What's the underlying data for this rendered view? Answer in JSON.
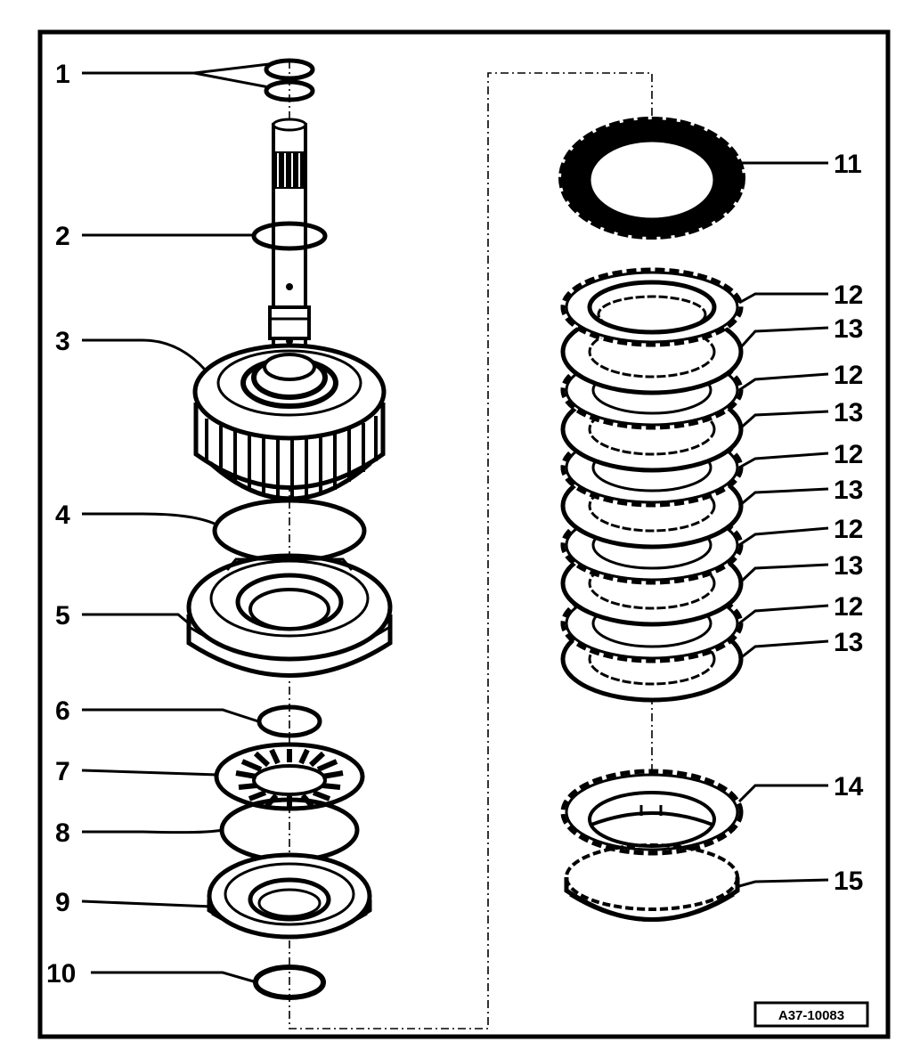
{
  "diagram": {
    "reference_code": "A37-10083",
    "callouts": [
      {
        "id": "1",
        "label": "1"
      },
      {
        "id": "2",
        "label": "2"
      },
      {
        "id": "3",
        "label": "3"
      },
      {
        "id": "4",
        "label": "4"
      },
      {
        "id": "5",
        "label": "5"
      },
      {
        "id": "6",
        "label": "6"
      },
      {
        "id": "7",
        "label": "7"
      },
      {
        "id": "8",
        "label": "8"
      },
      {
        "id": "9",
        "label": "9"
      },
      {
        "id": "10",
        "label": "10"
      },
      {
        "id": "11",
        "label": "11"
      },
      {
        "id": "12a",
        "label": "12"
      },
      {
        "id": "13a",
        "label": "13"
      },
      {
        "id": "12b",
        "label": "12"
      },
      {
        "id": "13b",
        "label": "13"
      },
      {
        "id": "12c",
        "label": "12"
      },
      {
        "id": "13c",
        "label": "13"
      },
      {
        "id": "12d",
        "label": "12"
      },
      {
        "id": "13d",
        "label": "13"
      },
      {
        "id": "12e",
        "label": "12"
      },
      {
        "id": "13e",
        "label": "13"
      },
      {
        "id": "14",
        "label": "14"
      },
      {
        "id": "15",
        "label": "15"
      }
    ]
  }
}
